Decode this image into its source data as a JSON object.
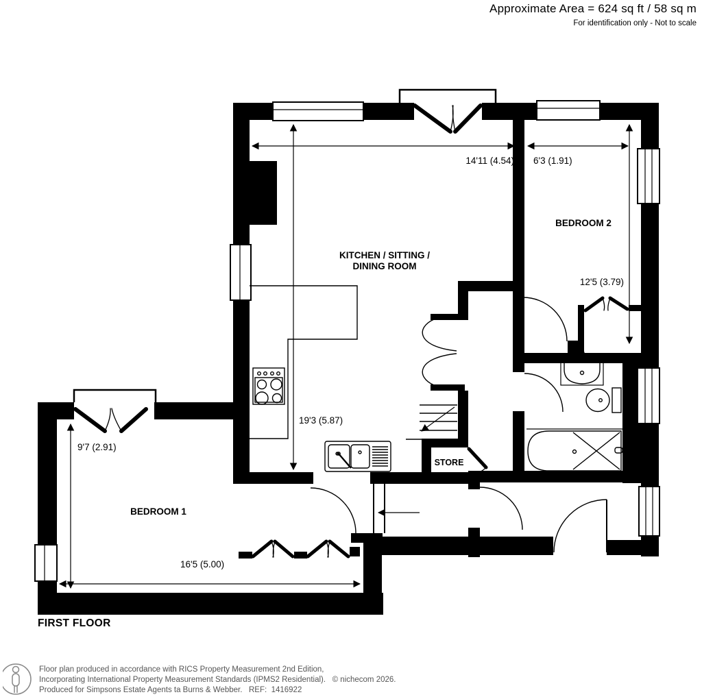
{
  "header": {
    "area": "Approximate Area = 624 sq ft / 58 sq m",
    "disclaimer": "For identification only - Not to scale"
  },
  "plan": {
    "floor_label": "FIRST FLOOR",
    "rooms": {
      "kitchen": {
        "label_line1": "KITCHEN / SITTING /",
        "label_line2": "DINING ROOM",
        "width": "14'11 (4.54)",
        "depth": "19'3 (5.87)"
      },
      "bedroom2": {
        "label": "BEDROOM 2",
        "width": "6'3 (1.91)",
        "depth": "12'5 (3.79)"
      },
      "bedroom1": {
        "label": "BEDROOM 1",
        "width": "16'5 (5.00)",
        "depth": "9'7 (2.91)"
      },
      "store": {
        "label": "STORE"
      }
    }
  },
  "footer": {
    "line1": "Floor plan produced in accordance with RICS Property Measurement 2nd Edition,",
    "line2": "Incorporating International Property Measurement Standards (IPMS2 Residential).   © nichecom 2026.",
    "line3": "Produced for Simpsons Estate Agents ta Burns & Webber.   REF:  1416922"
  },
  "colors": {
    "wall": "#000000",
    "footer_text": "#555555"
  }
}
